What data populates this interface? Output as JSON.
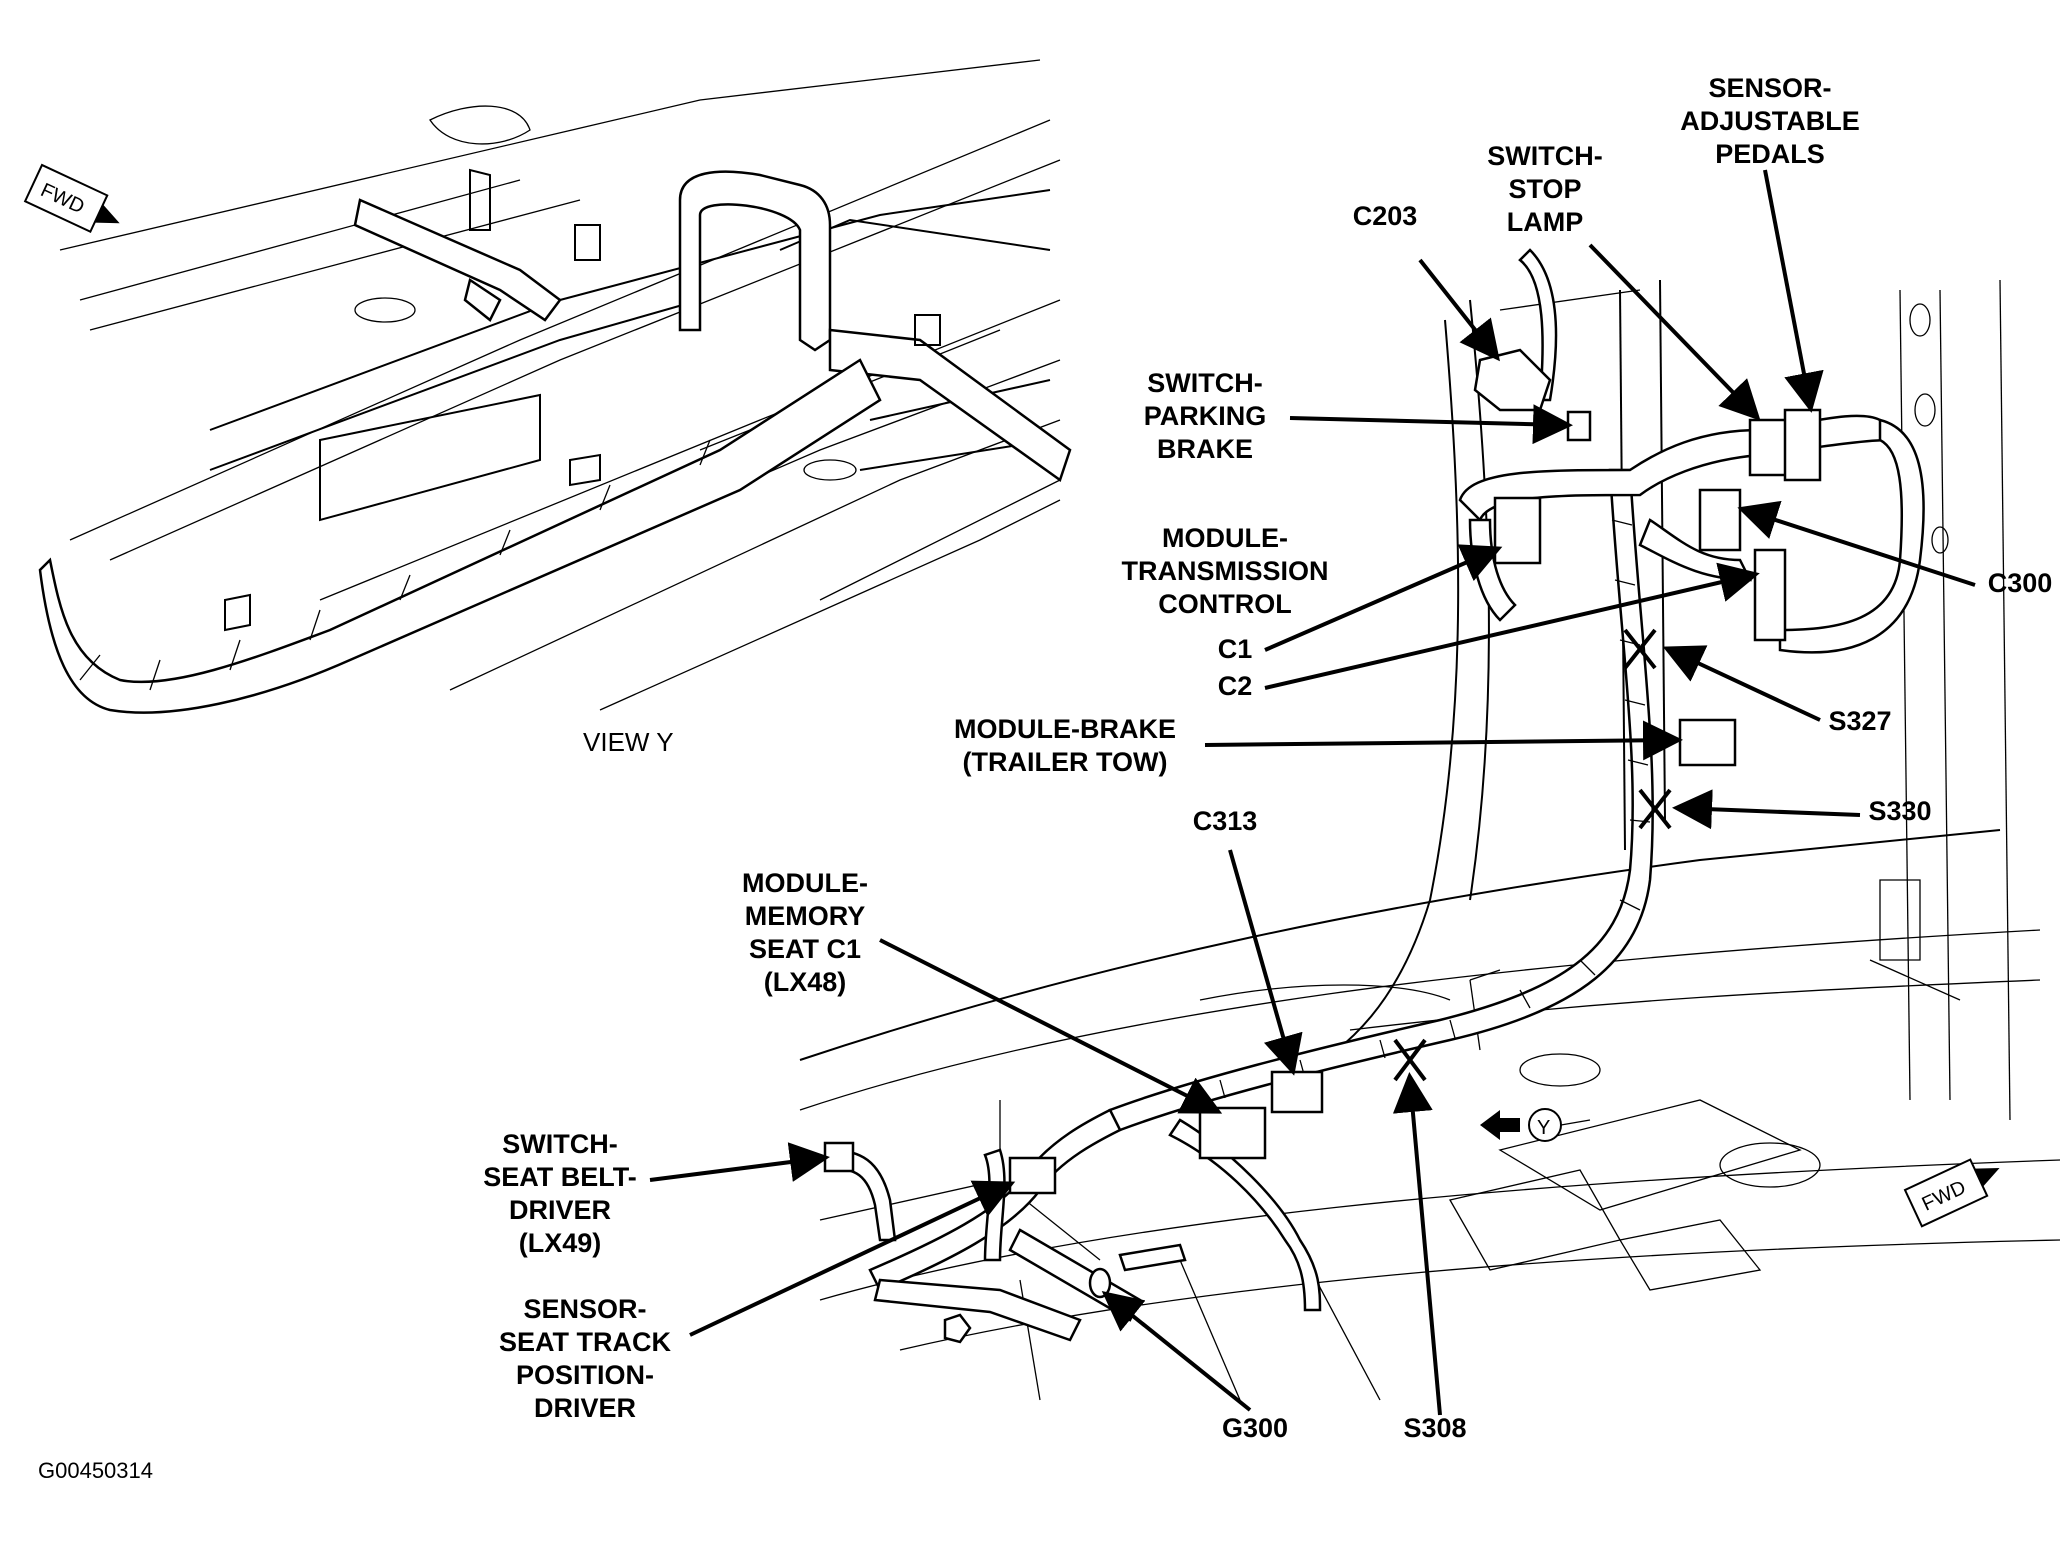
{
  "figure_id": "G00450314",
  "view_label": "VIEW Y",
  "fwd_label": "FWD",
  "view_marker": "Y",
  "callouts": {
    "sensor_pedals": [
      "SENSOR-",
      "ADJUSTABLE",
      "PEDALS"
    ],
    "switch_stop_lamp": [
      "SWITCH-",
      "STOP",
      "LAMP"
    ],
    "c203": "C203",
    "switch_parking_brake": [
      "SWITCH-",
      "PARKING",
      "BRAKE"
    ],
    "module_transmission": [
      "MODULE-",
      "TRANSMISSION",
      "CONTROL"
    ],
    "c1": "C1",
    "c2": "C2",
    "c300": "C300",
    "s327": "S327",
    "module_brake": [
      "MODULE-BRAKE",
      "(TRAILER TOW)"
    ],
    "s330": "S330",
    "c313": "C313",
    "module_memory_seat": [
      "MODULE-",
      "MEMORY",
      "SEAT C1",
      "(LX48)"
    ],
    "switch_seat_belt": [
      "SWITCH-",
      "SEAT BELT-",
      "DRIVER",
      "(LX49)"
    ],
    "sensor_seat_track": [
      "SENSOR-",
      "SEAT TRACK",
      "POSITION-",
      "DRIVER"
    ],
    "g300": "G300",
    "s308": "S308"
  }
}
